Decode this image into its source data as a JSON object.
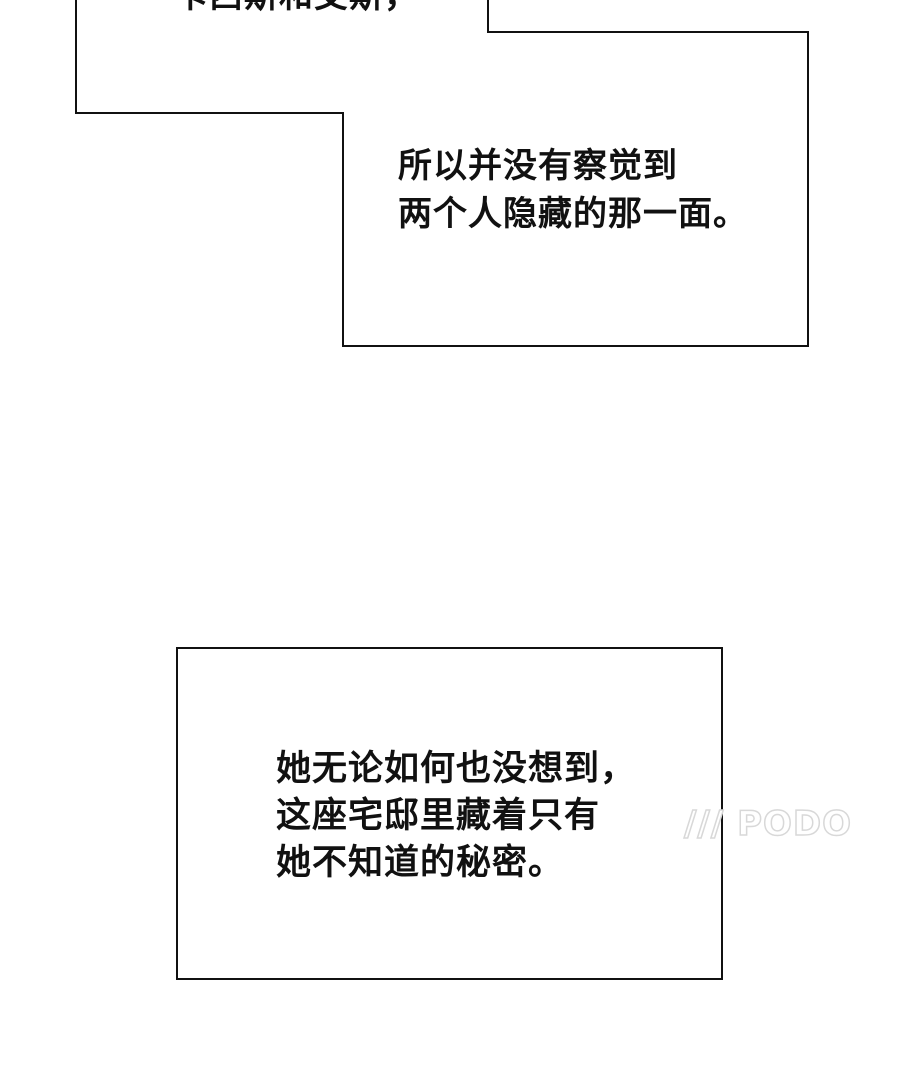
{
  "panels": [
    {
      "lines": [
        "卡西斯和艾斯，"
      ]
    },
    {
      "lines": [
        "所以并没有察觉到",
        "两个人隐藏的那一面。"
      ]
    },
    {
      "lines": [
        "她无论如何也没想到，",
        "这座宅邸里藏着只有",
        "她不知道的秘密。"
      ]
    }
  ],
  "watermark": "/// PODO"
}
